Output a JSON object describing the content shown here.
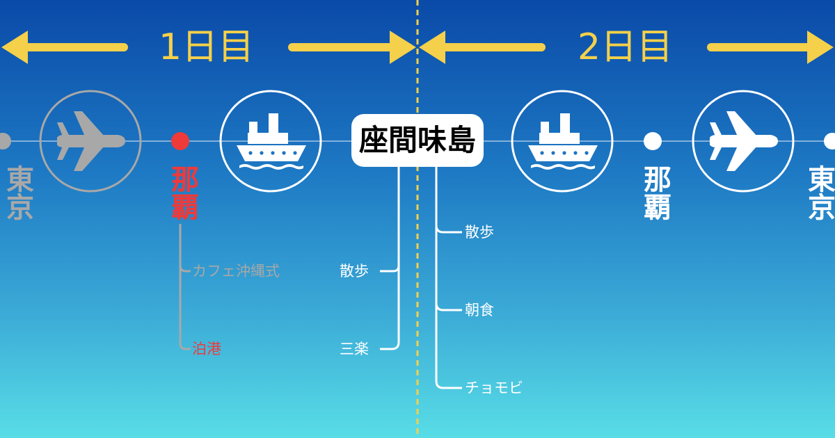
{
  "colors": {
    "accent": "#f5d04a",
    "active": "#ef3a3a",
    "muted": "#a8a8a8",
    "white": "#ffffff"
  },
  "days": {
    "day1": "1日目",
    "day2": "2日目"
  },
  "stops": {
    "tokyo_start": "東京",
    "naha_start": "那覇",
    "zamami": "座間味島",
    "naha_end": "那覇",
    "tokyo_end": "東京"
  },
  "activities": {
    "naha_1": "カフェ沖縄式",
    "naha_2": "泊港",
    "zamami_day1_1": "散歩",
    "zamami_day1_2": "三楽",
    "zamami_day2_1": "散歩",
    "zamami_day2_2": "朝食",
    "zamami_day2_3": "チョモビ"
  },
  "icons": [
    "airplane-icon",
    "ferry-icon",
    "ferry-icon",
    "airplane-icon"
  ]
}
